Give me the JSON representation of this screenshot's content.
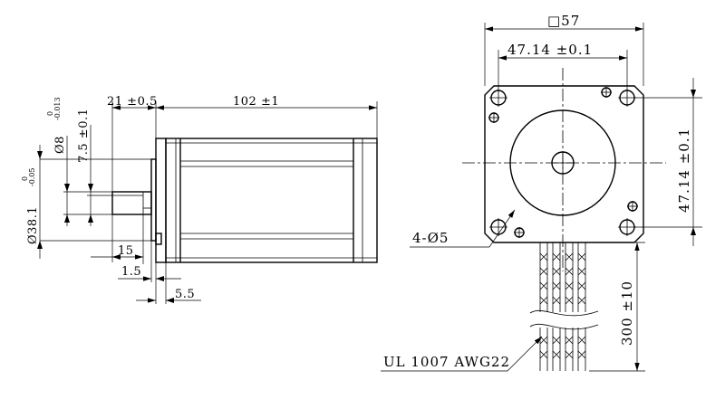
{
  "side_view": {
    "length_body": "102 ±1",
    "length_shaft": "21 ±0.5",
    "shaft_dia": "Ø8",
    "shaft_dia_tol_upper": "0",
    "shaft_dia_tol_lower": "-0.013",
    "flat_depth": "7.5 ±0.1",
    "pilot_dia": "Ø38.1",
    "pilot_dia_tol_upper": "0",
    "pilot_dia_tol_lower": "-0.05",
    "flat_length": "15",
    "pilot_height": "1.5",
    "flange_thickness": "5.5"
  },
  "front_view": {
    "frame_size": "□57",
    "hole_spacing_h": "47.14 ±0.1",
    "hole_spacing_v": "47.14 ±0.1",
    "mount_holes": "4-Ø5",
    "lead_length": "300 ±10",
    "wire_spec": "UL 1007 AWG22"
  }
}
